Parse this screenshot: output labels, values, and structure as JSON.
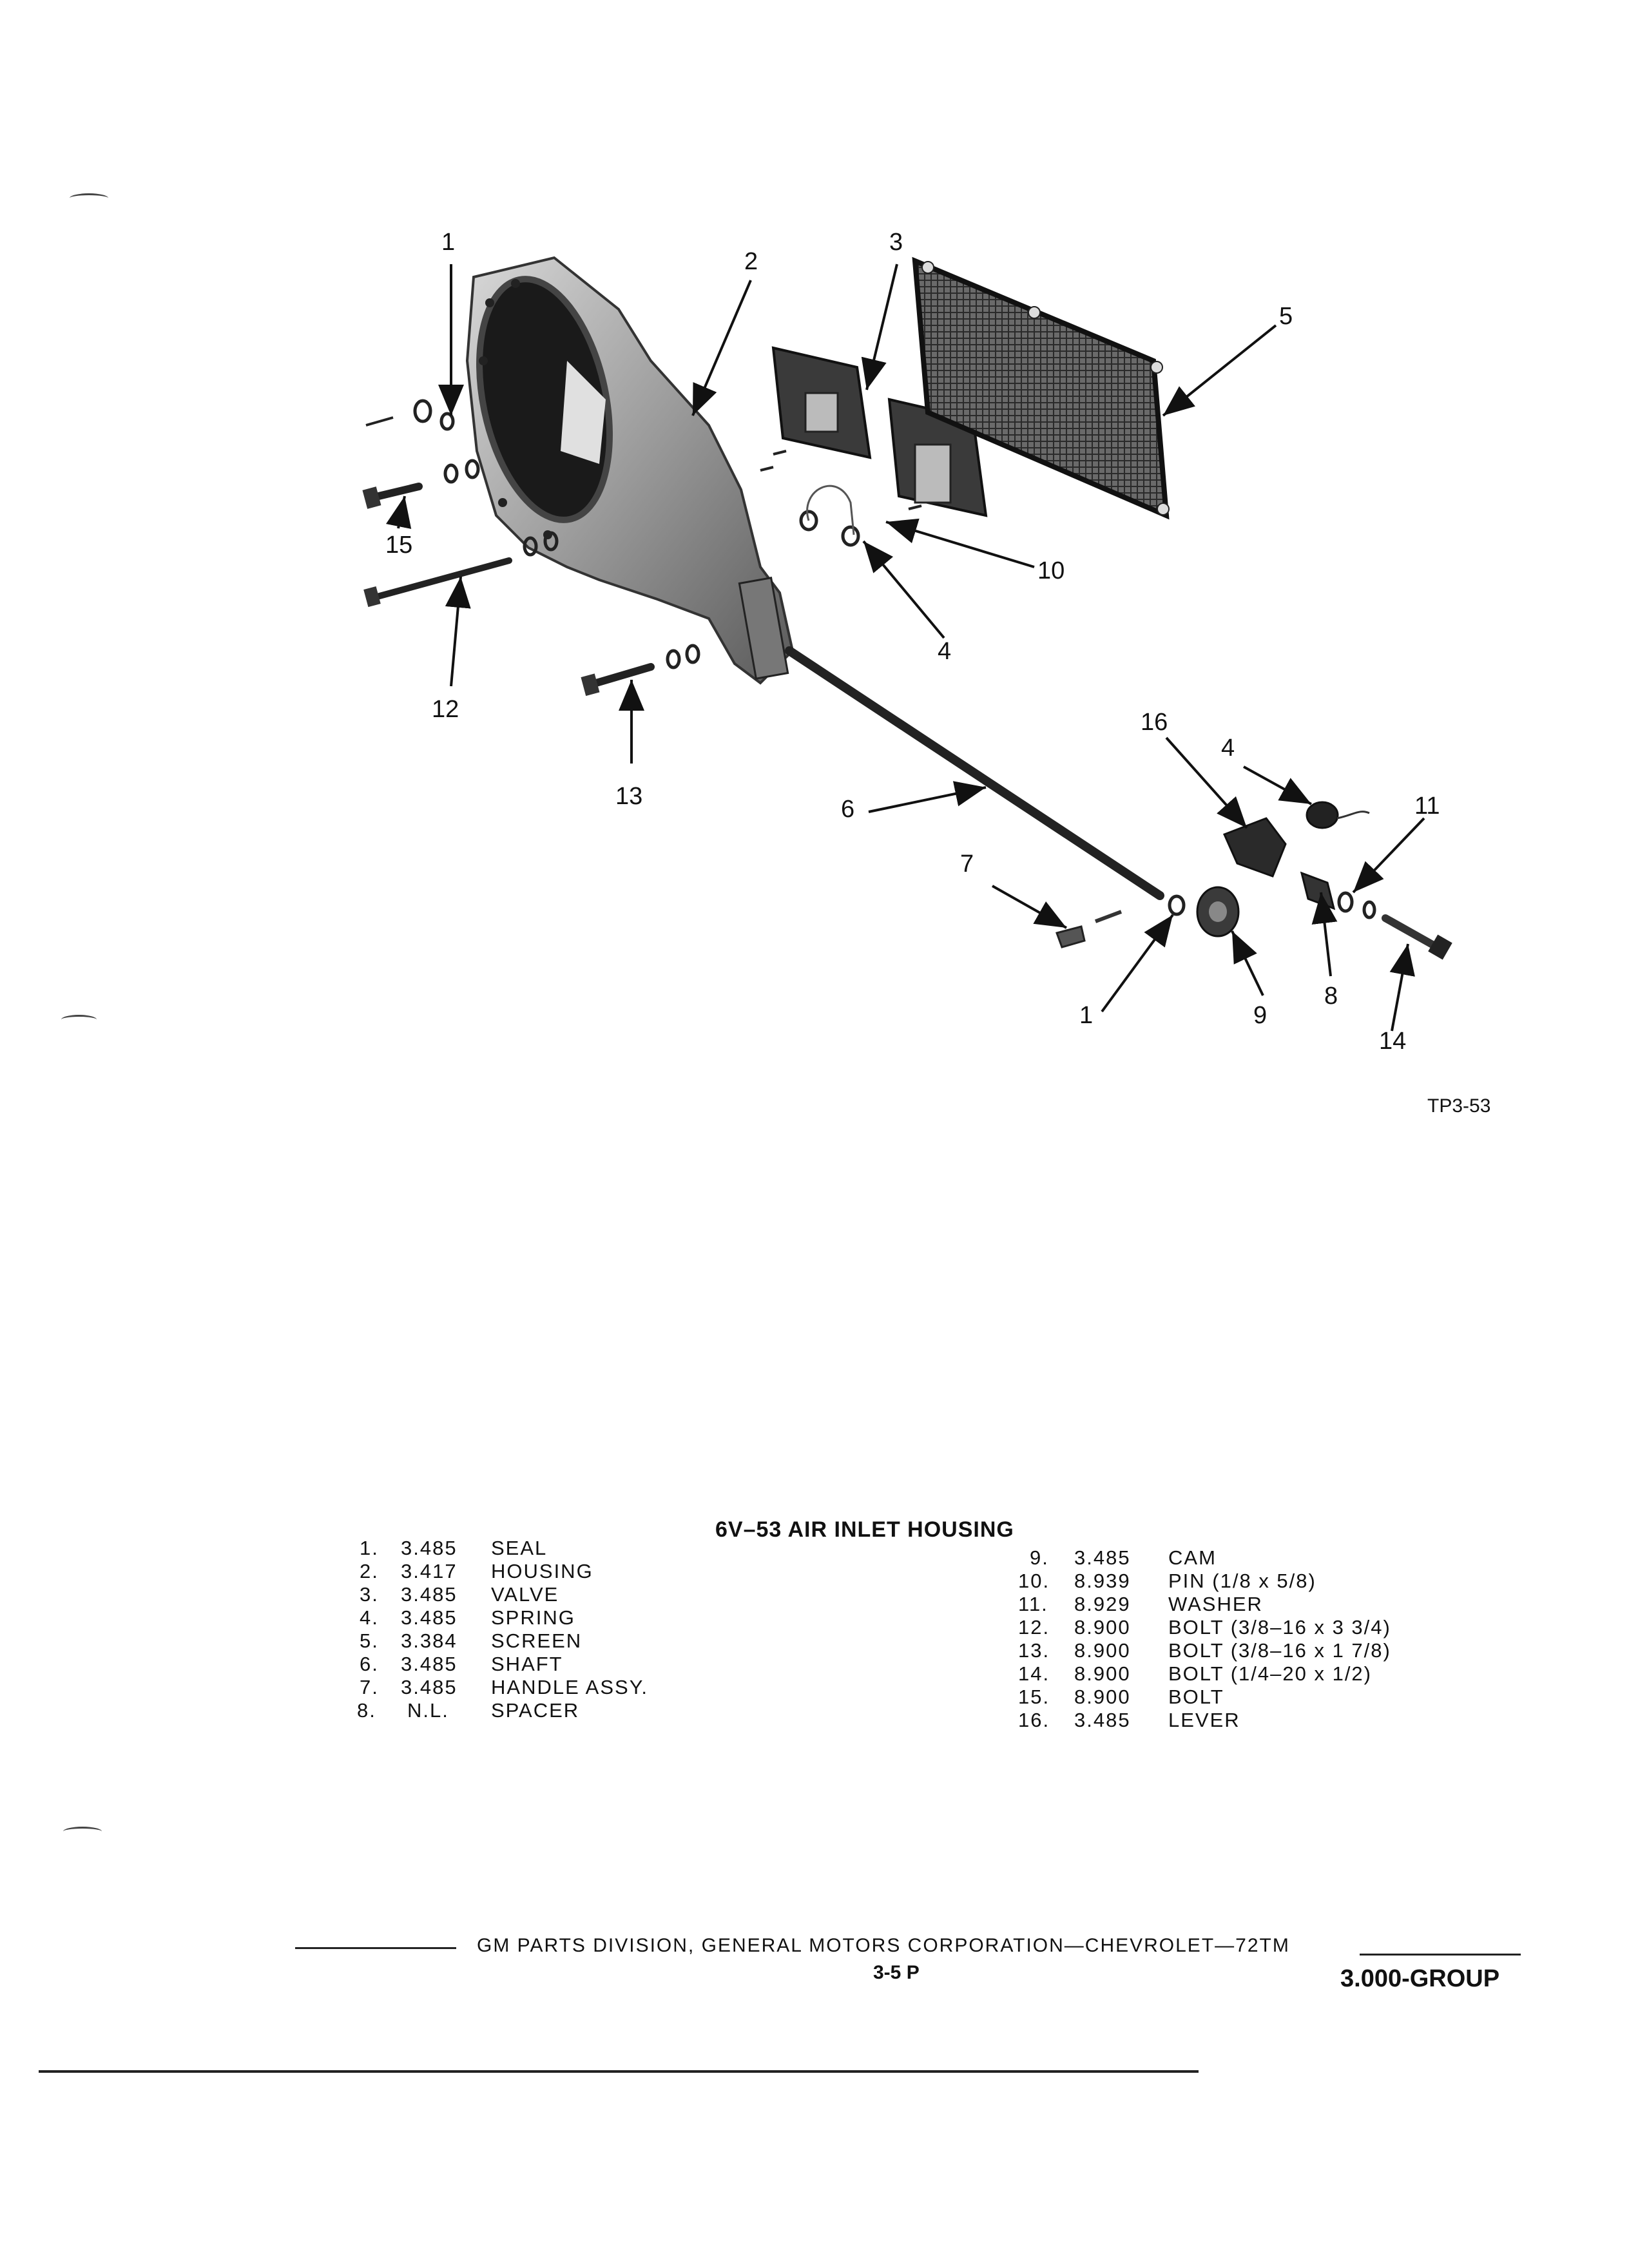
{
  "figure": {
    "callouts": [
      "1",
      "2",
      "3",
      "5",
      "15",
      "10",
      "4",
      "12",
      "13",
      "16",
      "4",
      "11",
      "6",
      "7",
      "1",
      "9",
      "8",
      "14"
    ],
    "reference": "TP3-53"
  },
  "parts_list": {
    "title": "6V–53 AIR INLET HOUSING",
    "left": [
      {
        "num": "1.",
        "group": "3.485",
        "name": "SEAL"
      },
      {
        "num": "2.",
        "group": "3.417",
        "name": "HOUSING"
      },
      {
        "num": "3.",
        "group": "3.485",
        "name": "VALVE"
      },
      {
        "num": "4.",
        "group": "3.485",
        "name": "SPRING"
      },
      {
        "num": "5.",
        "group": "3.384",
        "name": "SCREEN"
      },
      {
        "num": "6.",
        "group": "3.485",
        "name": "SHAFT"
      },
      {
        "num": "7.",
        "group": "3.485",
        "name": "HANDLE ASSY."
      },
      {
        "num": "8.",
        "group": "N.L.",
        "name": "SPACER"
      }
    ],
    "right": [
      {
        "num": "9.",
        "group": "3.485",
        "name": "CAM"
      },
      {
        "num": "10.",
        "group": "8.939",
        "name": "PIN (1/8 x 5/8)"
      },
      {
        "num": "11.",
        "group": "8.929",
        "name": "WASHER"
      },
      {
        "num": "12.",
        "group": "8.900",
        "name": "BOLT (3/8–16 x 3 3/4)"
      },
      {
        "num": "13.",
        "group": "8.900",
        "name": "BOLT (3/8–16 x 1 7/8)"
      },
      {
        "num": "14.",
        "group": "8.900",
        "name": "BOLT (1/4–20 x 1/2)"
      },
      {
        "num": "15.",
        "group": "8.900",
        "name": "BOLT"
      },
      {
        "num": "16.",
        "group": "3.485",
        "name": "LEVER"
      }
    ]
  },
  "footer": {
    "publisher": "GM PARTS DIVISION, GENERAL MOTORS CORPORATION—CHEVROLET—72TM",
    "page": "3-5 P",
    "group": "3.000-GROUP"
  }
}
